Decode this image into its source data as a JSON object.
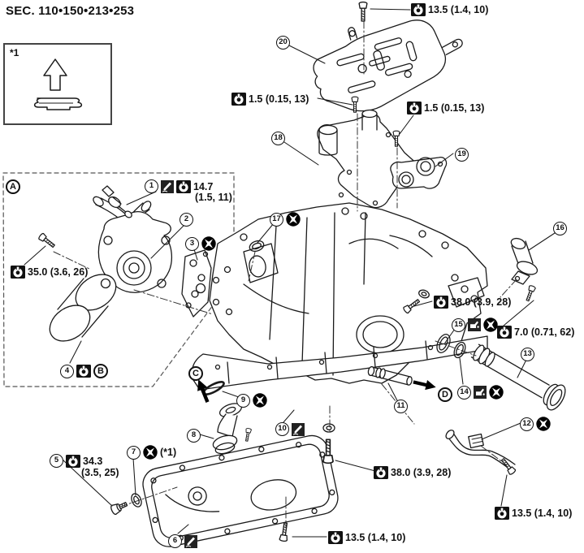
{
  "header": {
    "sec_title": "SEC. 110•150•213•253"
  },
  "note_box": {
    "label": "*1"
  },
  "view_labels": {
    "a": "A",
    "b": "B",
    "c": "C",
    "d": "D"
  },
  "part_numbers": {
    "p1": "1",
    "p2": "2",
    "p3": "3",
    "p4": "4",
    "p5": "5",
    "p6": "6",
    "p7": "7",
    "p8": "8",
    "p9": "9",
    "p10": "10",
    "p11": "11",
    "p12": "12",
    "p13": "13",
    "p14": "14",
    "p15": "15",
    "p16": "16",
    "p17": "17",
    "p18": "18",
    "p19": "19",
    "p20": "20"
  },
  "torque_specs": {
    "baffle_plate_bolt": "13.5 (1.4, 10)",
    "bracket_bolt_left": "1.5 (0.15, 13)",
    "bracket_bolt_right": "1.5 (0.15, 13)",
    "oil_pressure_switch": [
      "14.7",
      "(1.5, 11)"
    ],
    "oil_pump_bolt": "35.0 (3.6, 26)",
    "block_bolt_right": "38.0 (3.9, 28)",
    "crank_sensor_bolt": "7.0 (0.71, 62)",
    "tube_bracket_bolt": "13.5 (1.4, 10)",
    "drain_plug": [
      "34.3",
      "(3.5, 25)"
    ],
    "upper_pan_bolt": "38.0 (3.9, 28)",
    "lower_pan_bolt": "13.5 (1.4, 10)",
    "washer_note": "(*1)"
  },
  "colors": {
    "line": "#1a1a1a",
    "icon_bg": "#111111",
    "background": "#ffffff"
  }
}
